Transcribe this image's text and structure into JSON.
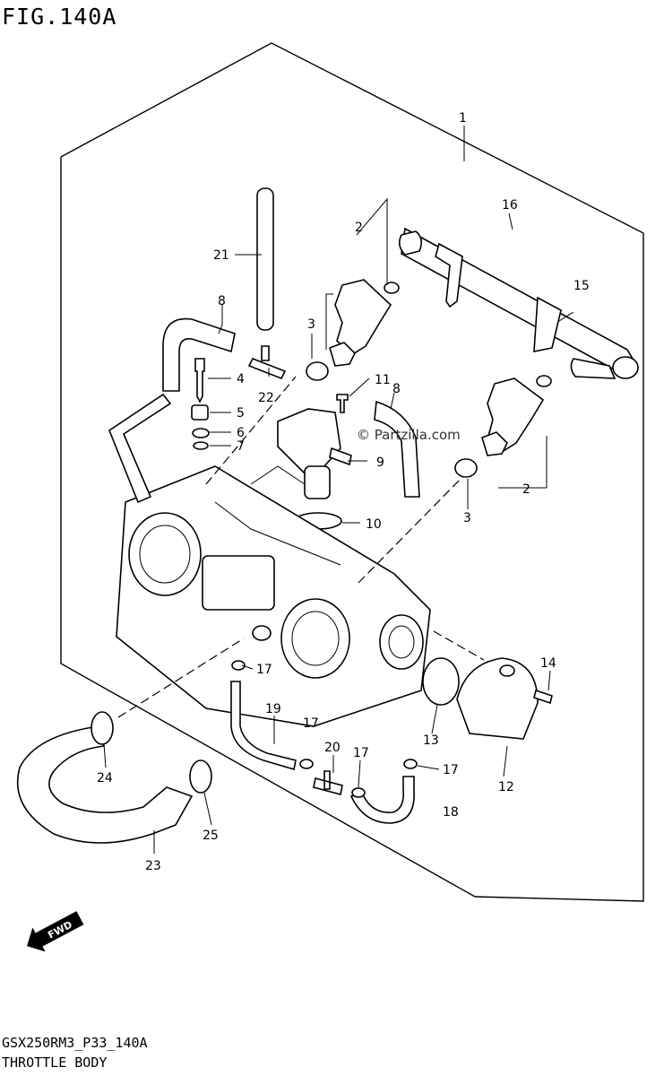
{
  "figure": {
    "title": "FIG.140A",
    "code": "GSX250RM3_P33_140A",
    "name": "THROTTLE BODY",
    "watermark": "© Partzilla.com",
    "fwd_label": "FWD"
  },
  "callouts": [
    {
      "id": "c1",
      "label": "1"
    },
    {
      "id": "c2a",
      "label": "2"
    },
    {
      "id": "c2b",
      "label": "2"
    },
    {
      "id": "c3a",
      "label": "3"
    },
    {
      "id": "c3b",
      "label": "3"
    },
    {
      "id": "c4",
      "label": "4"
    },
    {
      "id": "c5",
      "label": "5"
    },
    {
      "id": "c6",
      "label": "6"
    },
    {
      "id": "c7",
      "label": "7"
    },
    {
      "id": "c8a",
      "label": "8"
    },
    {
      "id": "c8b",
      "label": "8"
    },
    {
      "id": "c9",
      "label": "9"
    },
    {
      "id": "c10",
      "label": "10"
    },
    {
      "id": "c11",
      "label": "11"
    },
    {
      "id": "c12",
      "label": "12"
    },
    {
      "id": "c13",
      "label": "13"
    },
    {
      "id": "c14",
      "label": "14"
    },
    {
      "id": "c15",
      "label": "15"
    },
    {
      "id": "c16",
      "label": "16"
    },
    {
      "id": "c17a",
      "label": "17"
    },
    {
      "id": "c17b",
      "label": "17"
    },
    {
      "id": "c17c",
      "label": "17"
    },
    {
      "id": "c17d",
      "label": "17"
    },
    {
      "id": "c18",
      "label": "18"
    },
    {
      "id": "c19",
      "label": "19"
    },
    {
      "id": "c20",
      "label": "20"
    },
    {
      "id": "c21",
      "label": "21"
    },
    {
      "id": "c22",
      "label": "22"
    },
    {
      "id": "c23",
      "label": "23"
    },
    {
      "id": "c24",
      "label": "24"
    },
    {
      "id": "c25",
      "label": "25"
    }
  ]
}
